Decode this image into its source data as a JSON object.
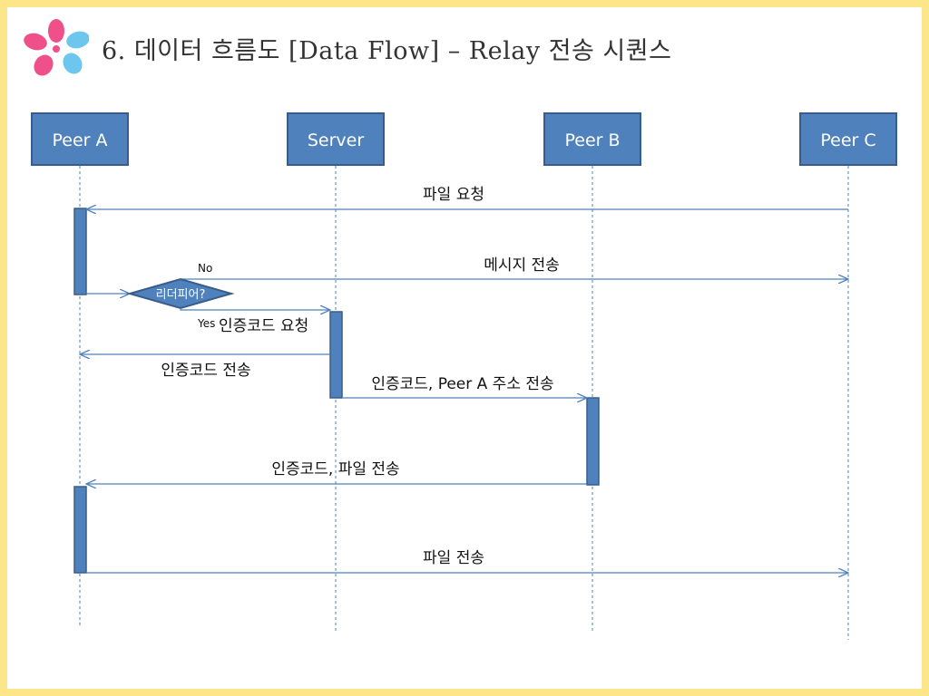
{
  "title": "6. 데이터 흐름도 [Data Flow] – Relay 전송 시퀀스",
  "colors": {
    "border": "#fde68a",
    "box_fill": "#4f81bd",
    "box_stroke": "#385d8a",
    "line": "#4f81bd",
    "text": "#111111"
  },
  "participants": {
    "peer_a": "Peer A",
    "server": "Server",
    "peer_b": "Peer B",
    "peer_c": "Peer C"
  },
  "decision": {
    "label": "리더피어?",
    "no": "No",
    "yes": "Yes"
  },
  "messages": {
    "file_request": "파일 요청",
    "message_send": "메시지 전송",
    "auth_request": "인증코드 요청",
    "auth_send": "인증코드 전송",
    "auth_addr_send": "인증코드, Peer A 주소 전송",
    "auth_file_send": "인증코드, 파일 전송",
    "file_send": "파일 전송"
  }
}
